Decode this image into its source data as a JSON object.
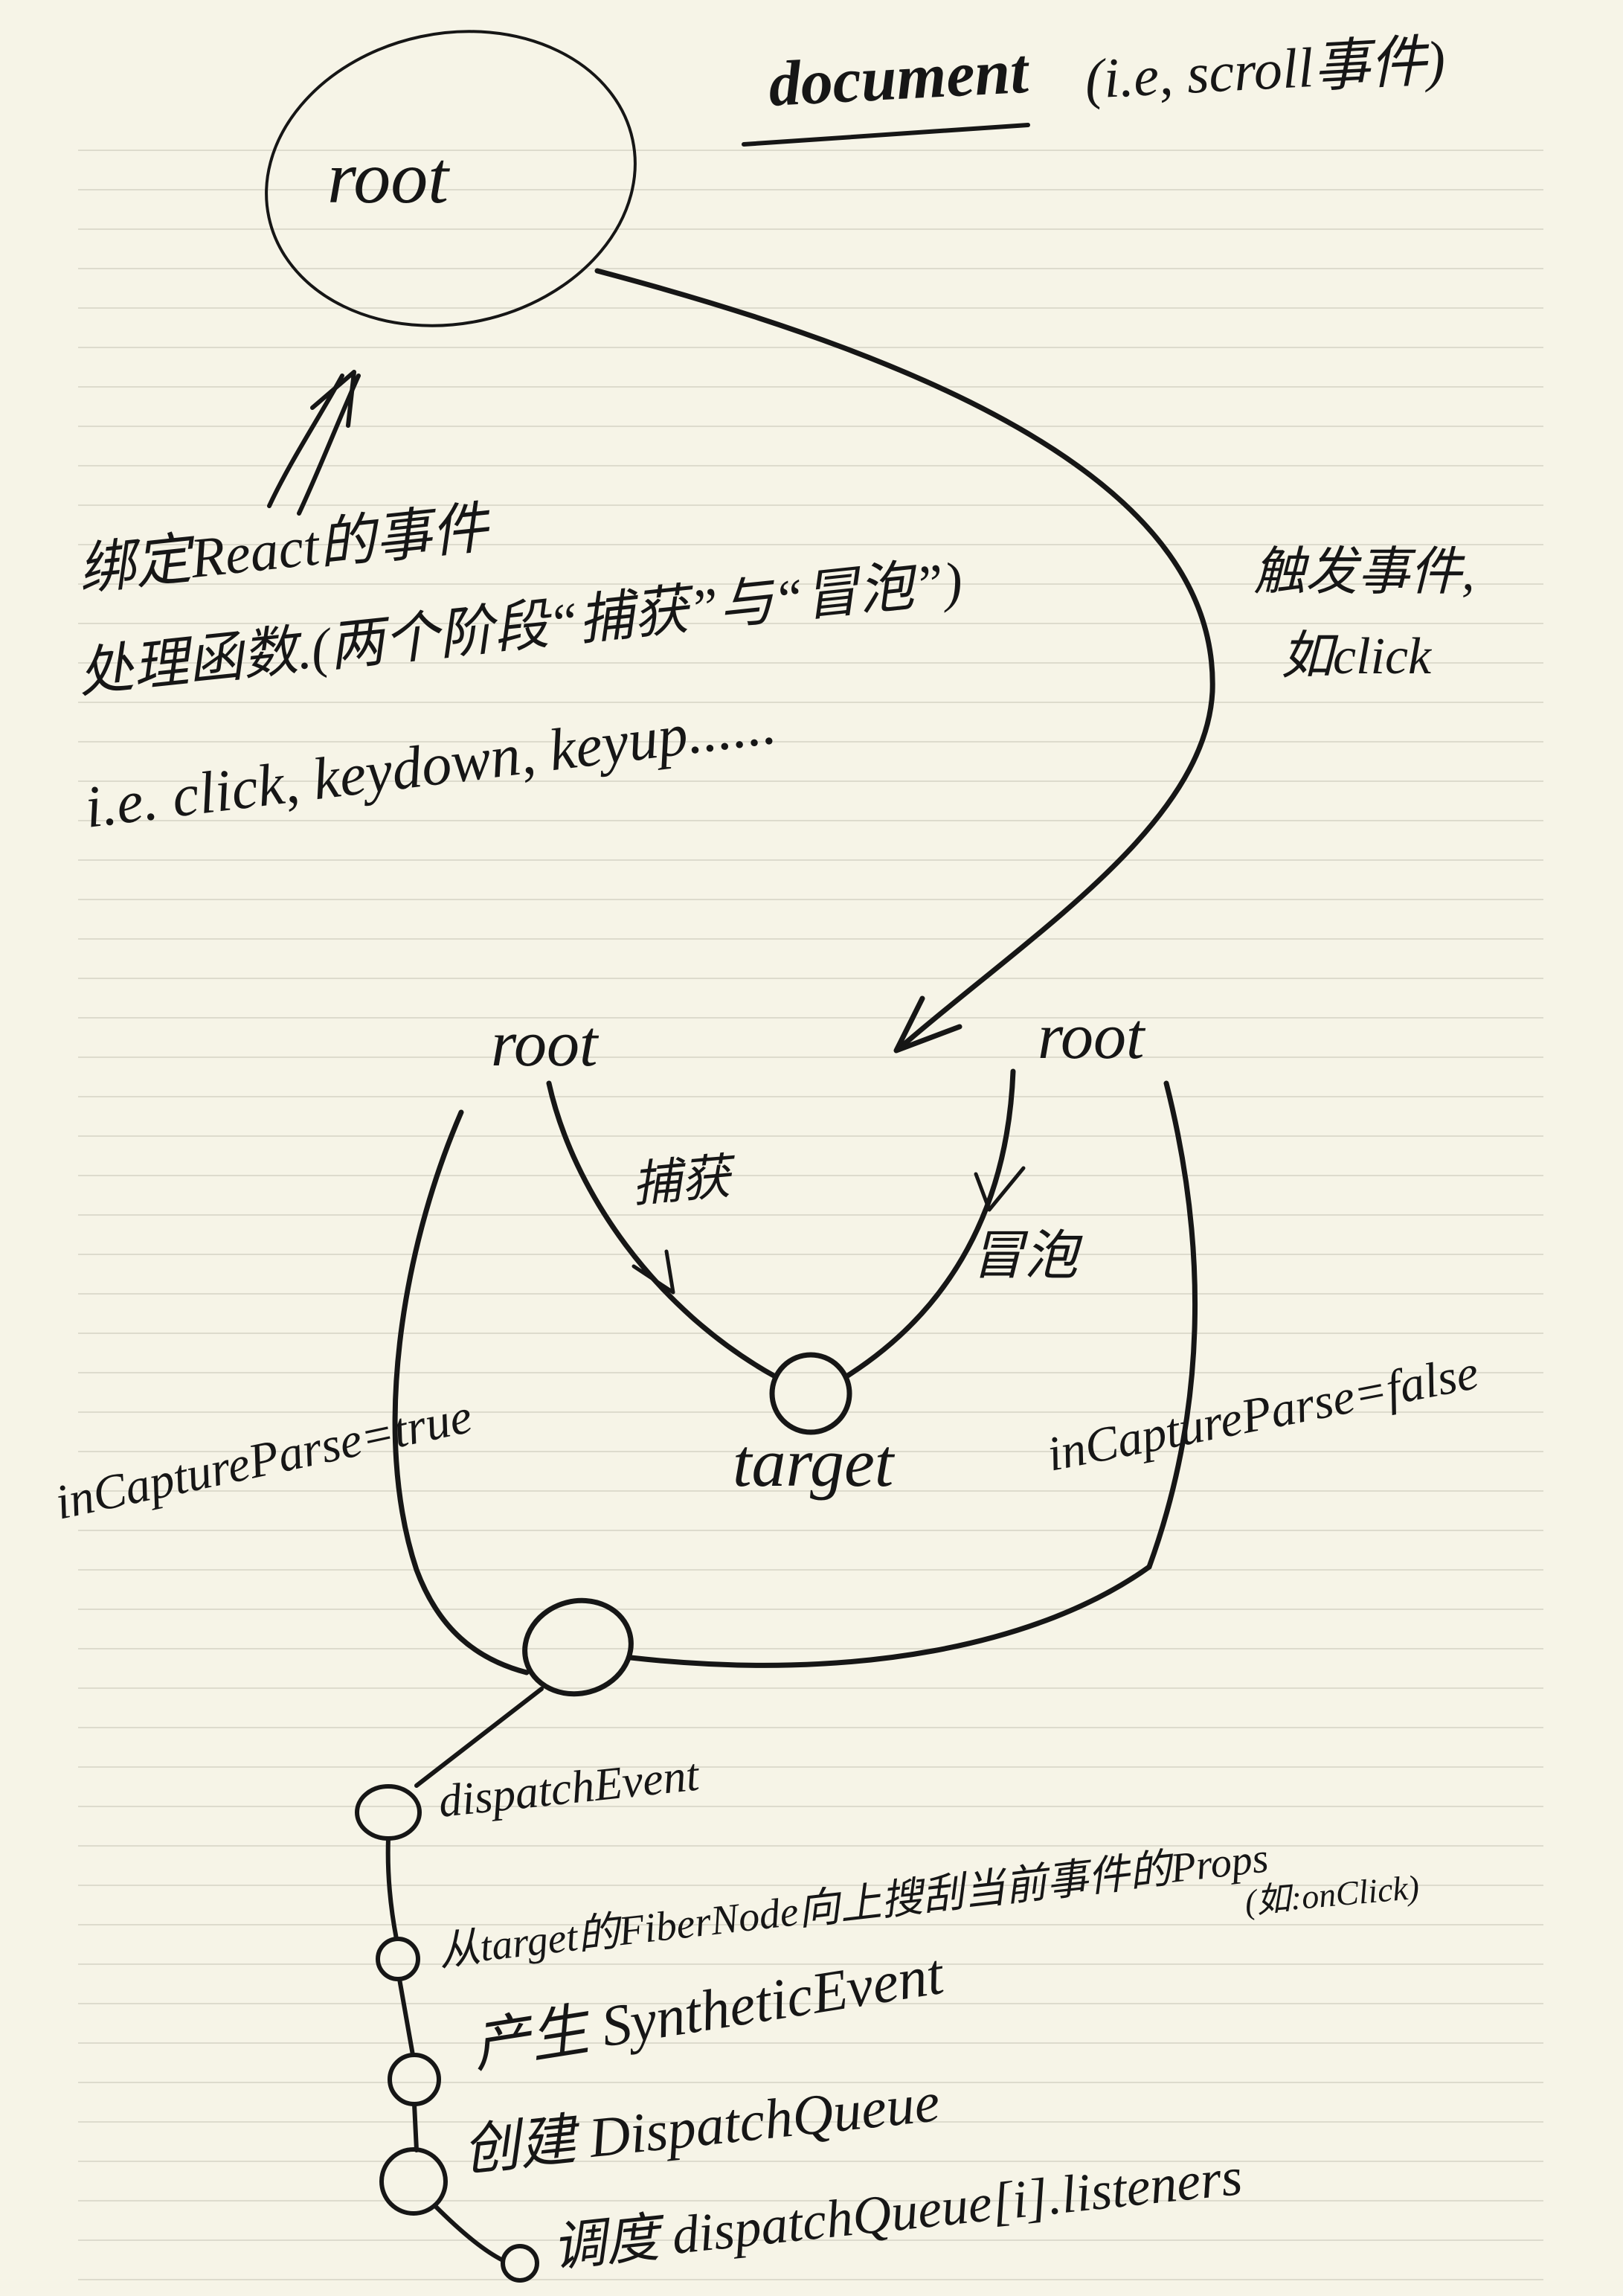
{
  "page": {
    "background": "#f6f4e7",
    "ink": "#161616",
    "rule_color": "#dddbcd"
  },
  "top": {
    "document_label": "document",
    "document_note": "(i.e, scroll事件)",
    "root_label": "root",
    "bind_note": [
      "绑定React的事件",
      "处理函数.(两个阶段“捕获”与“冒泡”)",
      "i.e. click, keydown, keyup......"
    ],
    "trigger_note": [
      "触发事件,",
      "如click"
    ]
  },
  "phases": {
    "root_left": "root",
    "root_right": "root",
    "capture_label": "捕获",
    "bubble_label": "冒泡",
    "target_label": "target",
    "capture_flag": "inCaptureParse=true",
    "bubble_flag": "inCaptureParse=false"
  },
  "steps": [
    {
      "text": "dispatchEvent"
    },
    {
      "text": "从target的FiberNode向上搜刮当前事件的Props",
      "note": "(如:onClick)"
    },
    {
      "text": "产生 SyntheticEvent"
    },
    {
      "text": "创建 DispatchQueue"
    },
    {
      "text": "调度 dispatchQueue[i].listeners"
    }
  ]
}
